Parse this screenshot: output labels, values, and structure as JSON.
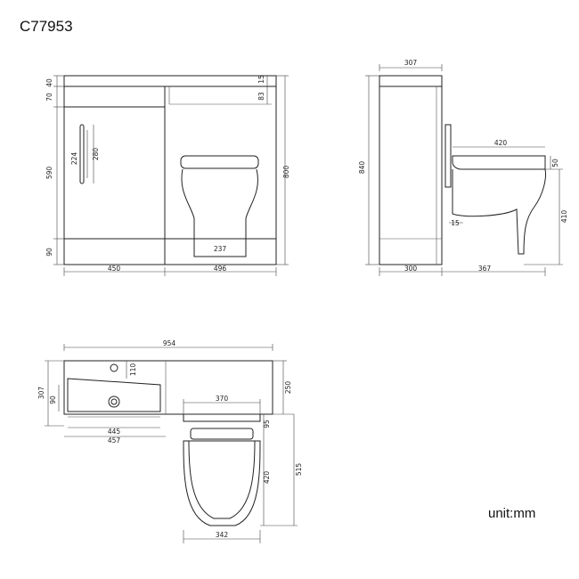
{
  "product_code": "C77953",
  "unit_label": "unit:mm",
  "front_view": {
    "top_panel": "40",
    "cistern_gap": "15",
    "upper_panel": "70",
    "cistern_height": "83",
    "cabinet_height": "590",
    "total_height": "800",
    "handle_length": "224",
    "handle_holes": "280",
    "plinth": "90",
    "basin_width": "450",
    "toilet_width": "496",
    "pan_depth": "237"
  },
  "side_view": {
    "depth_top": "307",
    "total_height": "840",
    "seat_length": "420",
    "seat_height": "50",
    "pan_height": "410",
    "offset": "15",
    "cabinet_depth": "300",
    "pan_projection": "367"
  },
  "plan_view": {
    "overall_width": "954",
    "tap_offset": "110",
    "depth": "307",
    "bowl_depth": "90",
    "cistern_depth": "250",
    "inner_basin": "445",
    "outer_basin": "457",
    "seat_width": "370",
    "seat_gap": "95",
    "seat_depth": "420",
    "total_depth": "515",
    "pan_width": "342"
  }
}
